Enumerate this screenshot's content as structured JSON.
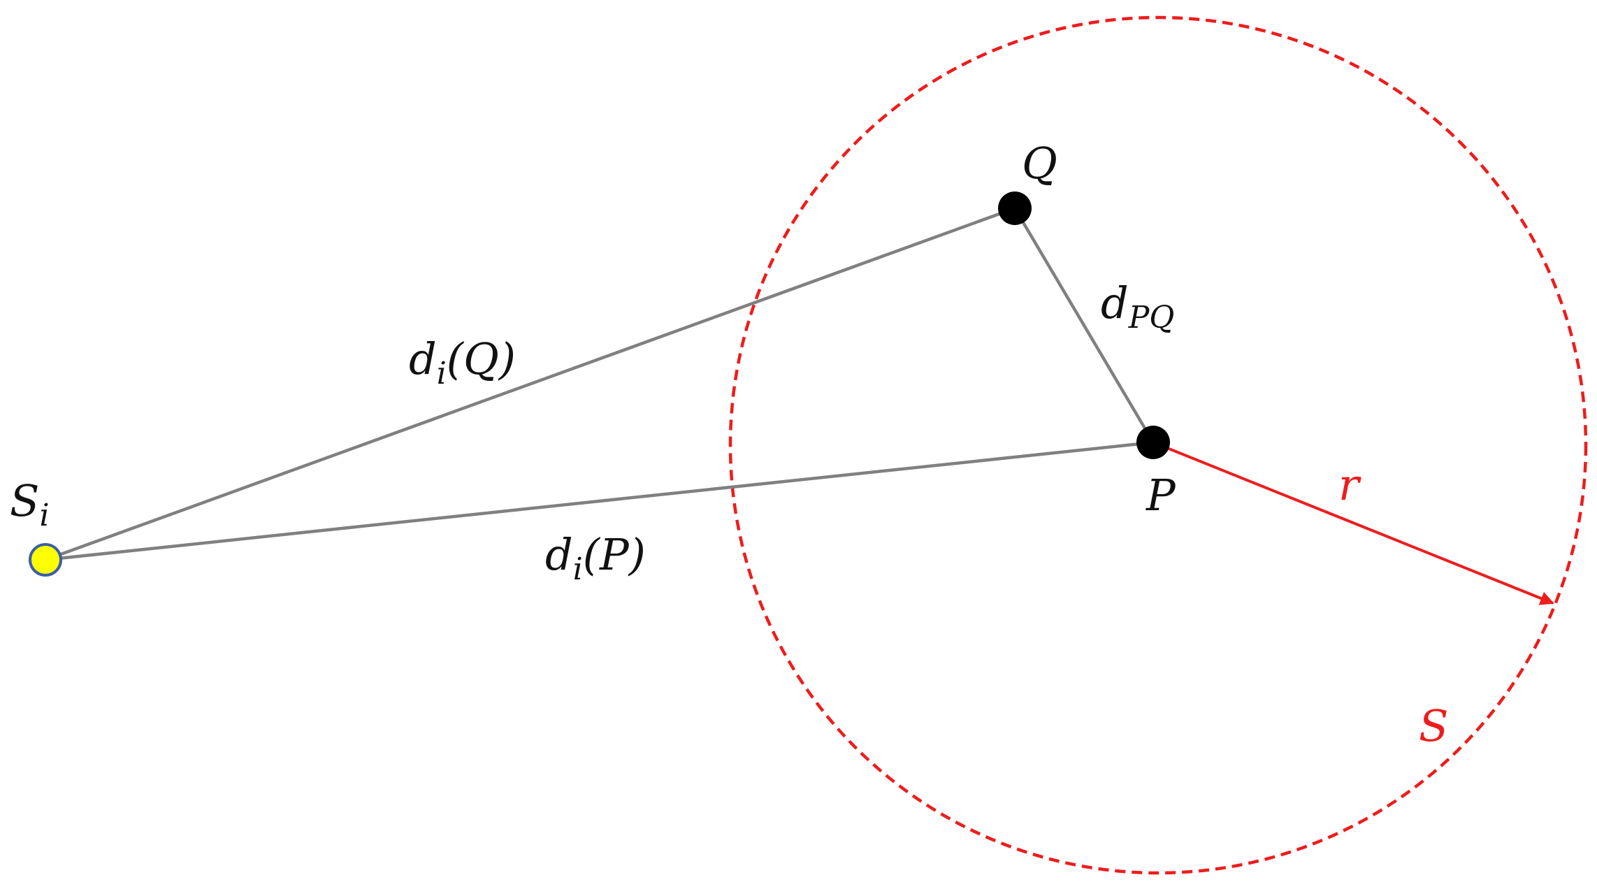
{
  "diagram": {
    "colors": {
      "segment": "#808080",
      "point": "#000000",
      "source_fill": "#ffff00",
      "source_stroke": "#3a5ea8",
      "sphere": "#ee1c1c",
      "radius": "#ee1c1c",
      "text": "#111111"
    },
    "labels": {
      "source_main": "S",
      "source_sub": "i",
      "point_q": "Q",
      "point_p": "P",
      "dq_main": "d",
      "dq_sub": "i",
      "dq_arg": "(Q)",
      "dp_main": "d",
      "dp_sub": "i",
      "dp_arg": "(P)",
      "dpq_main": "d",
      "dpq_sub": "PQ",
      "radius": "r",
      "sphere": "S"
    }
  }
}
